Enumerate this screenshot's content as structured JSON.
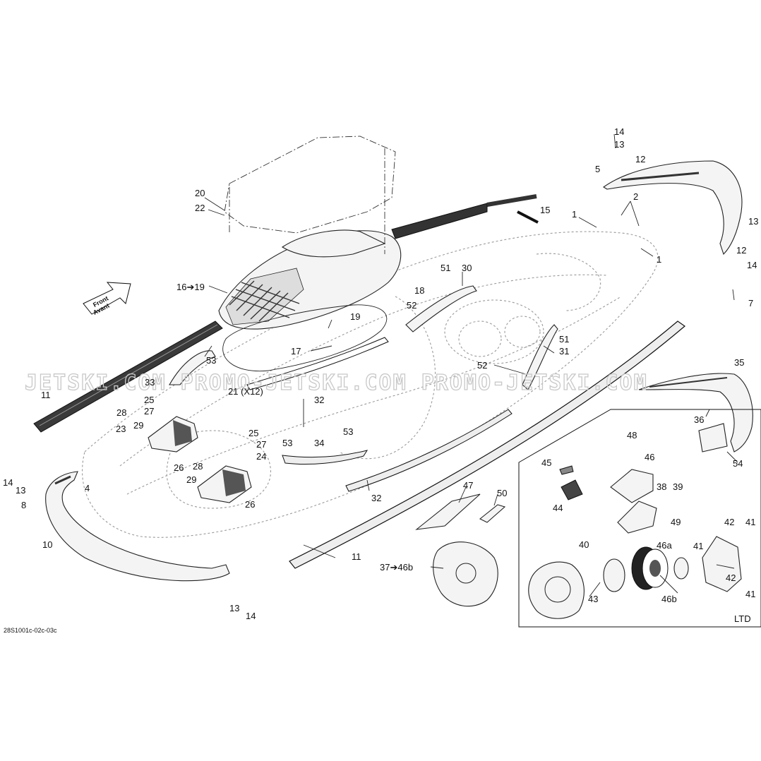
{
  "diagram": {
    "drawing_code": "28S1001c-02c-03c",
    "direction_arrow": {
      "line1": "Front",
      "line2": "Avant"
    },
    "watermark": "JETSKI.COM  PROMO-JETSKI.COM  PROMO-JETSKI.COM",
    "inset_label": "LTD",
    "callouts": {
      "c14a": "14",
      "c13a": "13",
      "c12a": "12",
      "c5": "5",
      "c15": "15",
      "c1a": "1",
      "c2": "2",
      "c1b": "1",
      "c13b": "13",
      "c12b": "12",
      "c14b": "14",
      "c7": "7",
      "c20": "20",
      "c22": "22",
      "c16_19": "16➔19",
      "c18": "18",
      "c19": "19",
      "c17": "17",
      "c51a": "51",
      "c30": "30",
      "c52a": "52",
      "c51b": "51",
      "c31": "31",
      "c52b": "52",
      "c53a": "53",
      "c33": "33",
      "c21": "21 (X12)",
      "c11a": "11",
      "c32a": "32",
      "c28a": "28",
      "c25a": "25",
      "c27a": "27",
      "c29a": "29",
      "c23": "23",
      "c26a": "26",
      "c25b": "25",
      "c27b": "27",
      "c24": "24",
      "c28b": "28",
      "c29b": "29",
      "c26b": "26",
      "c53b": "53",
      "c34": "34",
      "c53c": "53",
      "c14c": "14",
      "c13c": "13",
      "c4": "4",
      "c8": "8",
      "c10": "10",
      "c13d": "13",
      "c14d": "14",
      "c32b": "32",
      "c11b": "11",
      "c35": "35",
      "c36": "36",
      "c54": "54",
      "c47": "47",
      "c50": "50",
      "c37_46b": "37➔46b",
      "c48": "48",
      "c46": "46",
      "c45": "45",
      "c44": "44",
      "c38": "38",
      "c39": "39",
      "c40": "40",
      "c49": "49",
      "c46a": "46a",
      "c41a": "41",
      "c41b": "41",
      "c41c": "41",
      "c42a": "42",
      "c42b": "42",
      "c43": "43",
      "c46b": "46b"
    }
  }
}
